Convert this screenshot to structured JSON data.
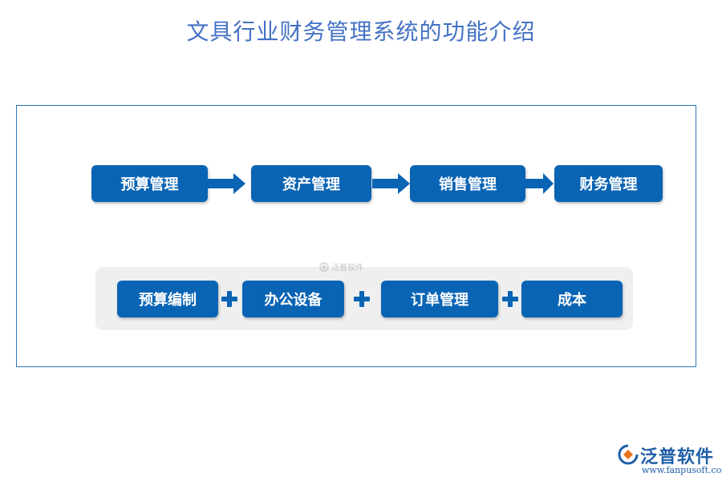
{
  "title": "文具行业财务管理系统的功能介绍",
  "flow": {
    "steps": [
      "预算管理",
      "资产管理",
      "销售管理",
      "财务管理"
    ]
  },
  "components": {
    "items": [
      "预算编制",
      "办公设备",
      "订单管理",
      "成本"
    ]
  },
  "watermark": {
    "text": "泛普软件"
  },
  "brand": {
    "name": "泛普软件",
    "url": "www.fanpusoft.com"
  },
  "colors": {
    "box": "#0a64b4",
    "title": "#4472c4",
    "frame": "#2e75b6",
    "panel": "#efefef"
  }
}
